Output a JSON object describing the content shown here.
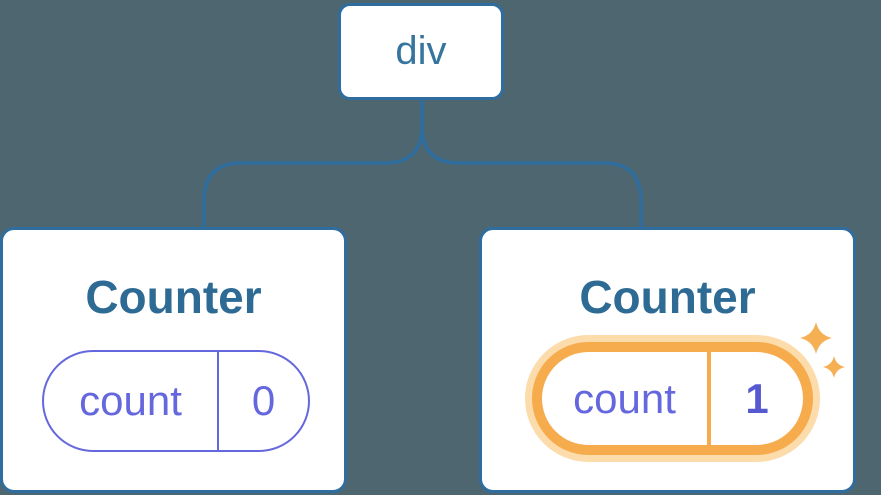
{
  "diagram": {
    "root": {
      "label": "div"
    },
    "nodes": [
      {
        "title": "Counter",
        "state": {
          "key": "count",
          "value": "0"
        },
        "highlighted": false
      },
      {
        "title": "Counter",
        "state": {
          "key": "count",
          "value": "1"
        },
        "highlighted": true
      }
    ]
  },
  "colors": {
    "background": "#4d6670",
    "node_border": "#2f6d9e",
    "node_text": "#35759e",
    "title_text": "#2e6b94",
    "state_purple": "#6467dd",
    "state_value_highlight": "#5659d2",
    "highlight_orange": "#f6ab4d",
    "highlight_glow": "#fcdcab",
    "sparkle": "#f5b054"
  }
}
